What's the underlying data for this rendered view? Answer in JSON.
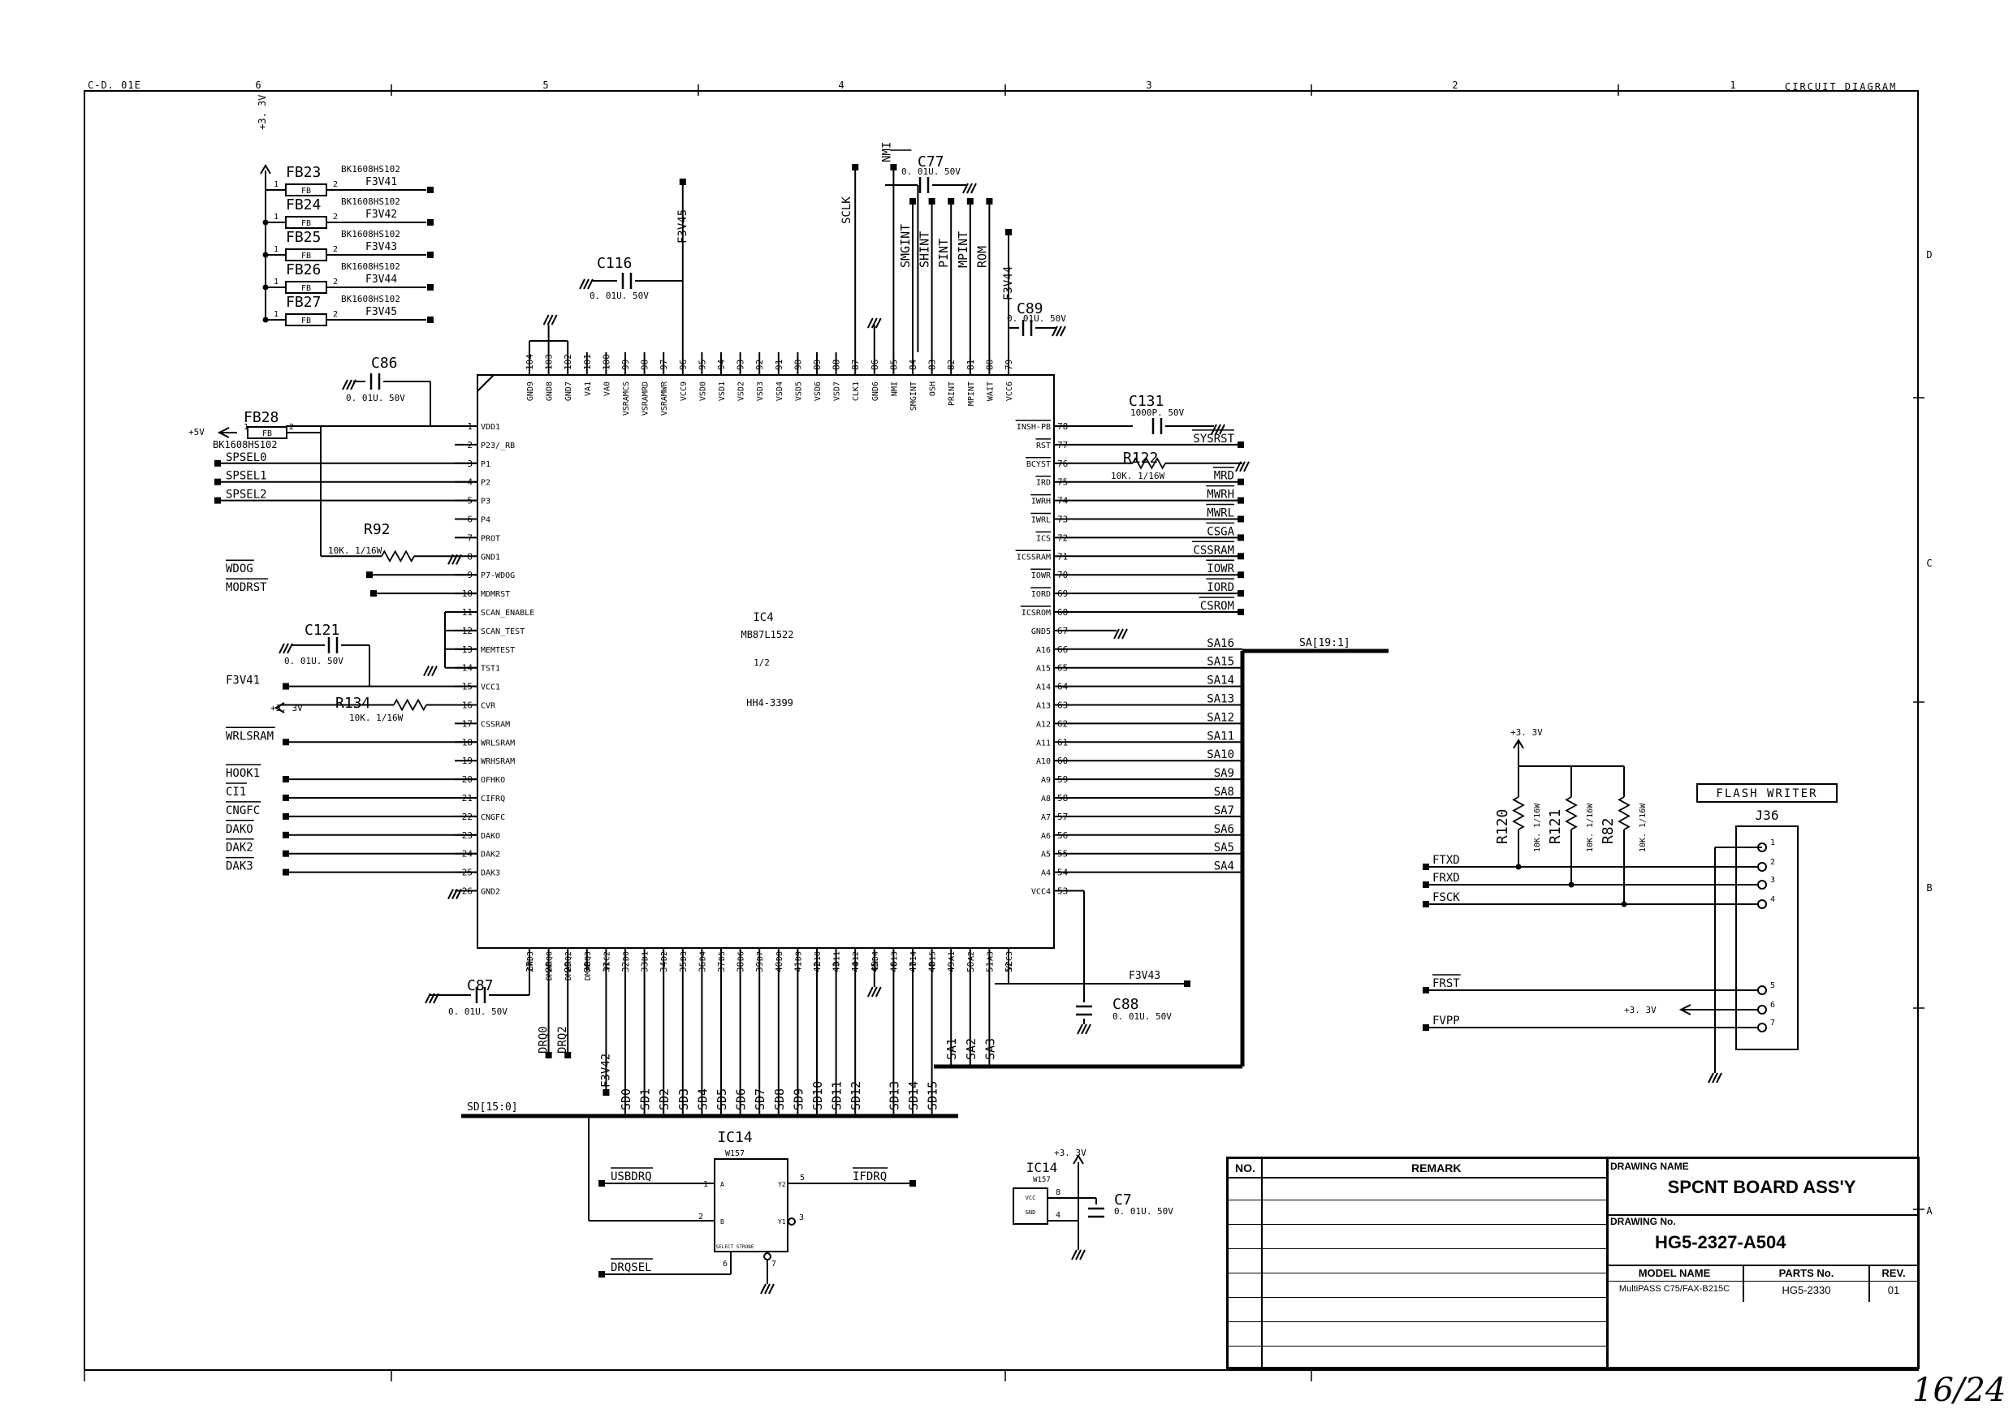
{
  "header": {
    "left_code": "C-D. 01E",
    "right_title": "CIRCUIT DIAGRAM",
    "zone_numbers": [
      "6",
      "5",
      "4",
      "3",
      "2",
      "1"
    ],
    "zone_letters": [
      "D",
      "C",
      "B",
      "A"
    ]
  },
  "ferrite_beads": [
    {
      "ref": "FB23",
      "part": "BK1608HS102",
      "net": "F3V41"
    },
    {
      "ref": "FB24",
      "part": "BK1608HS102",
      "net": "F3V42"
    },
    {
      "ref": "FB25",
      "part": "BK1608HS102",
      "net": "F3V43"
    },
    {
      "ref": "FB26",
      "part": "BK1608HS102",
      "net": "F3V44"
    },
    {
      "ref": "FB27",
      "part": "BK1608HS102",
      "net": "F3V45"
    }
  ],
  "fb28": {
    "ref": "FB28",
    "part": "BK1608HS102",
    "supply": "+5V"
  },
  "supply_3v3": "+3. 3V",
  "fb_box_label": "FB",
  "capacitors": {
    "C77": {
      "ref": "C77",
      "value": "0. 01U. 50V"
    },
    "C116": {
      "ref": "C116",
      "value": "0. 01U. 50V"
    },
    "C86": {
      "ref": "C86",
      "value": "0. 01U. 50V"
    },
    "C89": {
      "ref": "C89",
      "value": "0. 01U. 50V"
    },
    "C131": {
      "ref": "C131",
      "value": "1000P. 50V"
    },
    "C121": {
      "ref": "C121",
      "value": "0. 01U. 50V"
    },
    "C87": {
      "ref": "C87",
      "value": "0. 01U. 50V"
    },
    "C88": {
      "ref": "C88",
      "value": "0. 01U. 50V"
    },
    "C7": {
      "ref": "C7",
      "value": "0. 01U. 50V"
    }
  },
  "resistors": {
    "R92": {
      "ref": "R92",
      "value": "10K. 1/16W"
    },
    "R122": {
      "ref": "R122",
      "value": "10K. 1/16W"
    },
    "R134": {
      "ref": "R134",
      "value": "10K. 1/16W"
    },
    "R120": {
      "ref": "R120",
      "value": "10K. 1/16W"
    },
    "R121": {
      "ref": "R121",
      "value": "10K. 1/16W"
    },
    "R82": {
      "ref": "R82",
      "value": "10K. 1/16W"
    }
  },
  "ic4": {
    "ref": "IC4",
    "part": "MB87L1522",
    "unit": "1/2",
    "code": "HH4-3399"
  },
  "ic4_left_pins": [
    {
      "num": "1",
      "name": "VDD1",
      "net": ""
    },
    {
      "num": "2",
      "name": "P23/_RB",
      "net": ""
    },
    {
      "num": "3",
      "name": "P1",
      "net": "SPSEL0"
    },
    {
      "num": "4",
      "name": "P2",
      "net": "SPSEL1"
    },
    {
      "num": "5",
      "name": "P3",
      "net": "SPSEL2"
    },
    {
      "num": "6",
      "name": "P4",
      "net": ""
    },
    {
      "num": "7",
      "name": "PROT",
      "net": ""
    },
    {
      "num": "8",
      "name": "GND1",
      "net": ""
    },
    {
      "num": "9",
      "name": "P7-WDOG",
      "net": "WDOG"
    },
    {
      "num": "10",
      "name": "MDMRST",
      "net": "MODRST"
    },
    {
      "num": "11",
      "name": "SCAN_ENABLE",
      "net": ""
    },
    {
      "num": "12",
      "name": "SCAN_TEST",
      "net": ""
    },
    {
      "num": "13",
      "name": "MEMTEST",
      "net": ""
    },
    {
      "num": "14",
      "name": "TST1",
      "net": ""
    },
    {
      "num": "15",
      "name": "VCC1",
      "net": "F3V41"
    },
    {
      "num": "16",
      "name": "CVR",
      "net": ""
    },
    {
      "num": "17",
      "name": "CSSRAM",
      "net": ""
    },
    {
      "num": "18",
      "name": "WRLSRAM",
      "net": "WRLSRAM"
    },
    {
      "num": "19",
      "name": "WRHSRAM",
      "net": ""
    },
    {
      "num": "20",
      "name": "OFHKO",
      "net": "HOOK1"
    },
    {
      "num": "21",
      "name": "CIFRQ",
      "net": "CI1"
    },
    {
      "num": "22",
      "name": "CNGFC",
      "net": "CNGFC"
    },
    {
      "num": "23",
      "name": "DAKO",
      "net": "DAKO"
    },
    {
      "num": "24",
      "name": "DAK2",
      "net": "DAK2"
    },
    {
      "num": "25",
      "name": "DAK3",
      "net": "DAK3"
    },
    {
      "num": "26",
      "name": "GND2",
      "net": ""
    }
  ],
  "ic4_right_pins": [
    {
      "num": "78",
      "name": "INSH-PB",
      "net": ""
    },
    {
      "num": "77",
      "name": "RST",
      "net": "SYSRST"
    },
    {
      "num": "76",
      "name": "BCYST",
      "net": ""
    },
    {
      "num": "75",
      "name": "IRD",
      "net": "MRD"
    },
    {
      "num": "74",
      "name": "IWRH",
      "net": "MWRH"
    },
    {
      "num": "73",
      "name": "IWRL",
      "net": "MWRL"
    },
    {
      "num": "72",
      "name": "ICS",
      "net": "CSGA"
    },
    {
      "num": "71",
      "name": "ICSSRAM",
      "net": "CSSRAM"
    },
    {
      "num": "70",
      "name": "IOWR",
      "net": "IOWR"
    },
    {
      "num": "69",
      "name": "IORD",
      "net": "IORD"
    },
    {
      "num": "68",
      "name": "ICSROM",
      "net": "CSROM"
    },
    {
      "num": "67",
      "name": "GND5",
      "net": ""
    },
    {
      "num": "66",
      "name": "A16",
      "net": "SA16"
    },
    {
      "num": "65",
      "name": "A15",
      "net": "SA15"
    },
    {
      "num": "64",
      "name": "A14",
      "net": "SA14"
    },
    {
      "num": "63",
      "name": "A13",
      "net": "SA13"
    },
    {
      "num": "62",
      "name": "A12",
      "net": "SA12"
    },
    {
      "num": "61",
      "name": "A11",
      "net": "SA11"
    },
    {
      "num": "60",
      "name": "A10",
      "net": "SA10"
    },
    {
      "num": "59",
      "name": "A9",
      "net": "SA9"
    },
    {
      "num": "58",
      "name": "A8",
      "net": "SA8"
    },
    {
      "num": "57",
      "name": "A7",
      "net": "SA7"
    },
    {
      "num": "56",
      "name": "A6",
      "net": "SA6"
    },
    {
      "num": "55",
      "name": "A5",
      "net": "SA5"
    },
    {
      "num": "54",
      "name": "A4",
      "net": "SA4"
    },
    {
      "num": "53",
      "name": "VCC4",
      "net": "F3V43"
    }
  ],
  "ic4_top_pins": [
    {
      "num": "104",
      "name": "GND9",
      "net": ""
    },
    {
      "num": "103",
      "name": "GND8",
      "net": ""
    },
    {
      "num": "102",
      "name": "GND7",
      "net": ""
    },
    {
      "num": "101",
      "name": "VA1",
      "net": ""
    },
    {
      "num": "100",
      "name": "VA0",
      "net": ""
    },
    {
      "num": "99",
      "name": "VSRAMCS",
      "net": ""
    },
    {
      "num": "98",
      "name": "VSRAMRD",
      "net": ""
    },
    {
      "num": "97",
      "name": "VSRAMWR",
      "net": ""
    },
    {
      "num": "96",
      "name": "VCC9",
      "net": "F3V45"
    },
    {
      "num": "95",
      "name": "VSD0",
      "net": ""
    },
    {
      "num": "94",
      "name": "VSD1",
      "net": ""
    },
    {
      "num": "93",
      "name": "VSD2",
      "net": ""
    },
    {
      "num": "92",
      "name": "VSD3",
      "net": ""
    },
    {
      "num": "91",
      "name": "VSD4",
      "net": ""
    },
    {
      "num": "90",
      "name": "VSD5",
      "net": ""
    },
    {
      "num": "89",
      "name": "VSD6",
      "net": ""
    },
    {
      "num": "88",
      "name": "VSD7",
      "net": ""
    },
    {
      "num": "87",
      "name": "CLK1",
      "net": "SCLK"
    },
    {
      "num": "86",
      "name": "GND6",
      "net": ""
    },
    {
      "num": "85",
      "name": "NMI",
      "net": "NMI"
    },
    {
      "num": "84",
      "name": "SMGINT",
      "net": "SMGINT"
    },
    {
      "num": "83",
      "name": "OSH",
      "net": "SHINT"
    },
    {
      "num": "82",
      "name": "PRINT",
      "net": "PINT"
    },
    {
      "num": "81",
      "name": "MPINT",
      "net": "MPINT"
    },
    {
      "num": "80",
      "name": "WAIT",
      "net": "ROM"
    },
    {
      "num": "79",
      "name": "VCC6",
      "net": "F3V44"
    }
  ],
  "ic4_bottom_pins": [
    {
      "num": "27",
      "name": "GND3",
      "net": ""
    },
    {
      "num": "28",
      "name": "DMARQ0",
      "net": "DRQ0"
    },
    {
      "num": "29",
      "name": "DMARQ2",
      "net": "DRQ2"
    },
    {
      "num": "30",
      "name": "DMARQ3",
      "net": ""
    },
    {
      "num": "31",
      "name": "VCC2",
      "net": "F3V42"
    },
    {
      "num": "32",
      "name": "D0",
      "net": "SD0"
    },
    {
      "num": "33",
      "name": "D1",
      "net": "SD1"
    },
    {
      "num": "34",
      "name": "D2",
      "net": "SD2"
    },
    {
      "num": "35",
      "name": "D3",
      "net": "SD3"
    },
    {
      "num": "36",
      "name": "D4",
      "net": "SD4"
    },
    {
      "num": "37",
      "name": "D5",
      "net": "SD5"
    },
    {
      "num": "38",
      "name": "D6",
      "net": "SD6"
    },
    {
      "num": "39",
      "name": "D7",
      "net": "SD7"
    },
    {
      "num": "40",
      "name": "D8",
      "net": "SD8"
    },
    {
      "num": "41",
      "name": "D9",
      "net": "SD9"
    },
    {
      "num": "42",
      "name": "D10",
      "net": "SD10"
    },
    {
      "num": "43",
      "name": "D11",
      "net": "SD11"
    },
    {
      "num": "44",
      "name": "D12",
      "net": "SD12"
    },
    {
      "num": "45",
      "name": "GND4",
      "net": ""
    },
    {
      "num": "46",
      "name": "D13",
      "net": "SD13"
    },
    {
      "num": "47",
      "name": "D14",
      "net": "SD14"
    },
    {
      "num": "48",
      "name": "D15",
      "net": "SD15"
    },
    {
      "num": "49",
      "name": "A1",
      "net": "SA1"
    },
    {
      "num": "50",
      "name": "A2",
      "net": "SA2"
    },
    {
      "num": "51",
      "name": "A3",
      "net": "SA3"
    },
    {
      "num": "52",
      "name": "VCC3",
      "net": ""
    }
  ],
  "buses": {
    "sa": "SA[19:1]",
    "sd": "SD[15:0]"
  },
  "ic14": {
    "ref": "IC14",
    "part": "W157",
    "inputs": [
      {
        "pin": "1",
        "net": "USBDRQ",
        "name": "A"
      },
      {
        "pin": "2",
        "name": "B"
      },
      {
        "pin": "6",
        "net": "DRQSEL"
      }
    ],
    "outputs": [
      {
        "pin": "5",
        "net": "IFDRQ",
        "name": "Y2"
      },
      {
        "pin": "3",
        "name": "Y1"
      }
    ],
    "bottom_pin": "7",
    "bottom_label": "SELECT  STROBE"
  },
  "ic14_power": {
    "ref": "IC14",
    "part": "W157",
    "vcc": "VCC",
    "gnd": "GND",
    "vcc_pin": "8",
    "gnd_pin": "4"
  },
  "flash_writer": {
    "title": "FLASH WRITER",
    "connector": "J36",
    "pins": [
      {
        "num": "1",
        "net": ""
      },
      {
        "num": "2",
        "net": "FTXD"
      },
      {
        "num": "3",
        "net": "FRXD"
      },
      {
        "num": "4",
        "net": "FSCK"
      },
      {
        "num": "5",
        "net": "FRST"
      },
      {
        "num": "6",
        "net": "+3. 3V"
      },
      {
        "num": "7",
        "net": "FVPP"
      }
    ]
  },
  "title_block": {
    "no_label": "NO.",
    "remark_label": "REMARK",
    "drawing_name_label": "DRAWING NAME",
    "drawing_name": "SPCNT BOARD ASS'Y",
    "drawing_no_label": "DRAWING No.",
    "drawing_no": "HG5-2327-A504",
    "model_label": "MODEL NAME",
    "model": "MultiPASS C75/FAX-B215C",
    "parts_label": "PARTS No.",
    "parts": "HG5-2330",
    "rev_label": "REV.",
    "rev": "01"
  },
  "page_number": "16/24"
}
